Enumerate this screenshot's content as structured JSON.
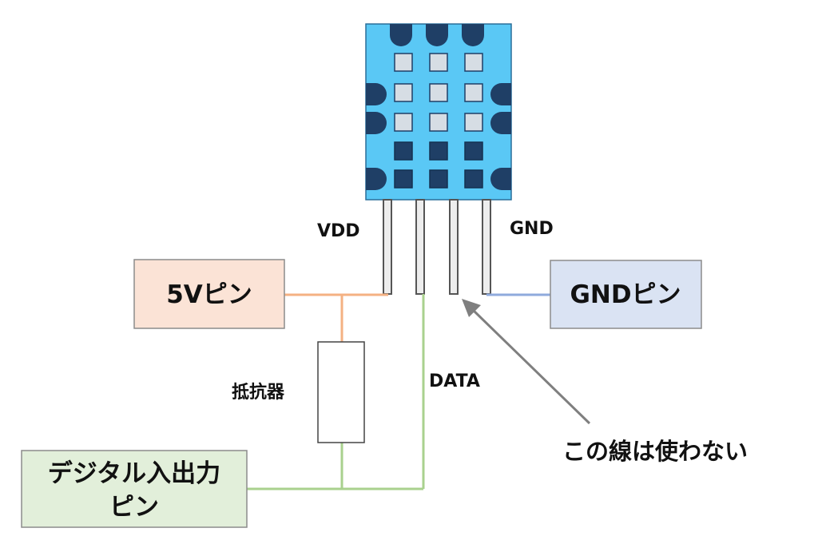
{
  "labels": {
    "vdd": "VDD",
    "gnd": "GND",
    "data": "DATA",
    "resistor": "抵抗器",
    "note": "この線は使わない"
  },
  "boxes": {
    "five_v": "5Vピン",
    "gnd_pin": "GNDピン",
    "digital_io_line1": "デジタル入出力",
    "digital_io_line2": "ピン"
  },
  "colors": {
    "sensor_body": "#5ac8f5",
    "sensor_dark": "#1f3f66",
    "sensor_light": "#d6dde4",
    "five_v_box": "#fbe3d6",
    "gnd_box": "#dae3f3",
    "digital_box": "#e2efda",
    "wire_orange": "#f4b183",
    "wire_blue": "#8faadc",
    "wire_green": "#a9d18e",
    "arrow": "#7f7f7f"
  }
}
